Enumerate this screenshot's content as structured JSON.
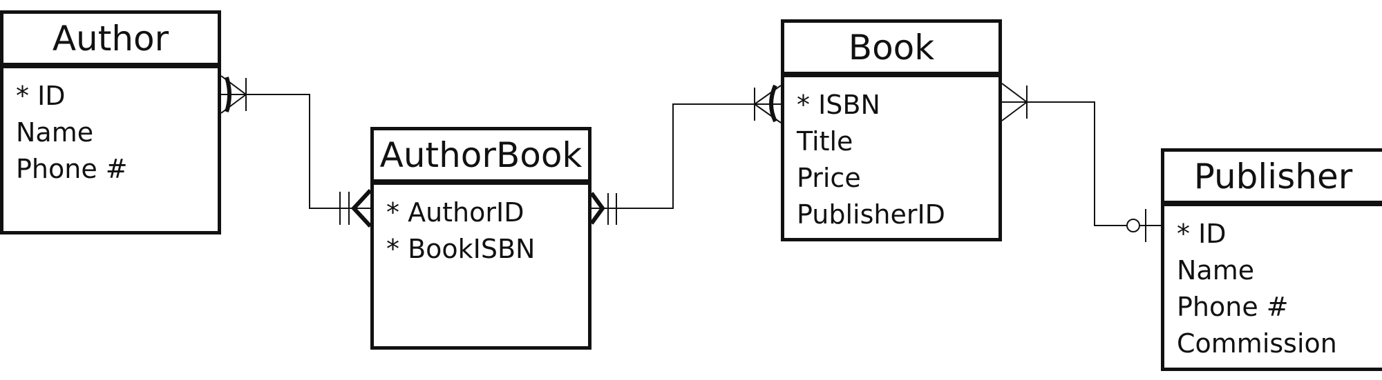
{
  "entities": {
    "author": {
      "name": "Author",
      "attributes": [
        "* ID",
        "Name",
        "Phone #"
      ]
    },
    "authorbook": {
      "name": "AuthorBook",
      "attributes": [
        "* AuthorID",
        "* BookISBN"
      ]
    },
    "book": {
      "name": "Book",
      "attributes": [
        "* ISBN",
        "Title",
        "Price",
        "PublisherID"
      ]
    },
    "publisher": {
      "name": "Publisher",
      "attributes": [
        "* ID",
        "Name",
        "Phone #",
        "Commission"
      ]
    }
  },
  "relationships": [
    {
      "from": "author",
      "to": "authorbook",
      "from_cardinality": "one-or-many",
      "to_cardinality": "one-or-many"
    },
    {
      "from": "authorbook",
      "to": "book",
      "from_cardinality": "one-or-many",
      "to_cardinality": "one-or-many"
    },
    {
      "from": "book",
      "to": "publisher",
      "from_cardinality": "one-or-many",
      "to_cardinality": "zero-or-one"
    }
  ],
  "colors": {
    "line": "#111111",
    "background": "#ffffff"
  }
}
